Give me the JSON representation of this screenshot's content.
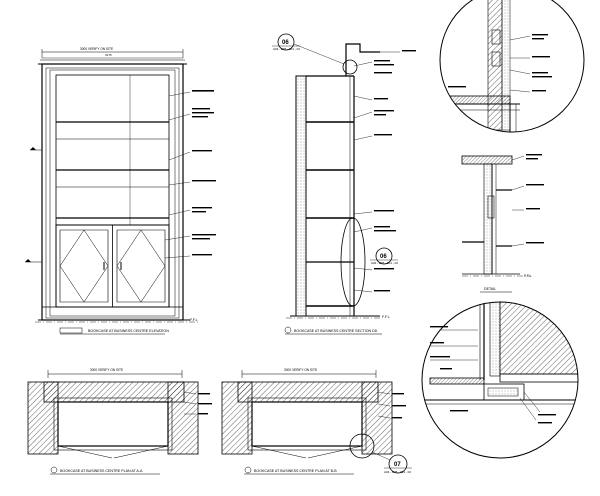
{
  "drawing": {
    "elevation_front": {
      "dim_top": "3000 VERIFY ON SITE",
      "dim_sub": "3175",
      "ffl": "F.F.L",
      "caption": "BOOKCASE AT BUSINESS CENTRE ELEVATION"
    },
    "section": {
      "callout_top": {
        "number": "06",
        "ref": "A04 - B05 - 001 - 02"
      },
      "callout_mid": {
        "number": "06",
        "ref": "A04 - B05 - 001 - 02"
      },
      "ffl": "F.F.L",
      "caption": "BOOKCASE AT BUSINESS CENTRE SECTION DD"
    },
    "plan_a": {
      "dim_top": "3000 VERIFY ON SITE",
      "caption": "BOOKCASE AT BUSINESS CENTRE PLAN AT A-A"
    },
    "plan_b": {
      "dim_top": "3000 VERIFY ON SITE",
      "caption": "BOOKCASE AT BUSINESS CENTRE PLAN AT B-B",
      "callout": {
        "number": "07",
        "ref": "A04 - B05 - 001 - 02"
      }
    },
    "detail_small": {
      "caption": "DETAIL",
      "ffl": "F.F.L"
    }
  }
}
